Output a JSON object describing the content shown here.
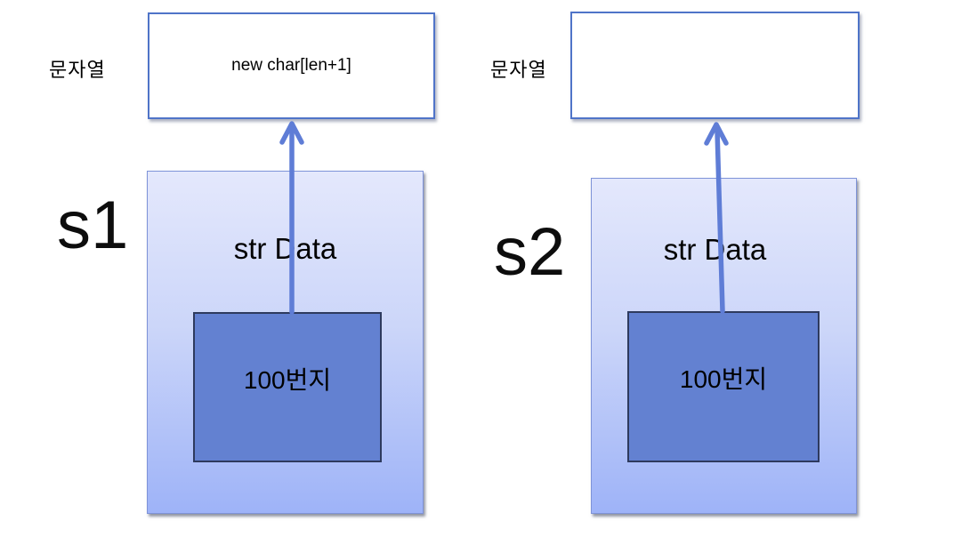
{
  "diagram": {
    "description": "Two string objects s1 and s2 each pointing from an internal address cell to a separately allocated character-array box",
    "colors": {
      "arrow": "#5f7dd6",
      "heap_box_border": "#4f74c8",
      "stack_box_border": "#7e93d8",
      "stack_gradient_top": "#e4e8fc",
      "stack_gradient_bottom": "#9eb3f8",
      "inner_box_fill": "#6381d1",
      "inner_box_border": "#2e3a5e",
      "text": "#000000"
    },
    "groups": [
      {
        "var_name": "s1",
        "pointer_label": "문자열",
        "heap_box_text": "new char[len+1]",
        "object_label": "str Data",
        "address_label": "100번지"
      },
      {
        "var_name": "s2",
        "pointer_label": "문자열",
        "heap_box_text": "",
        "object_label": "str Data",
        "address_label": "100번지"
      }
    ]
  }
}
